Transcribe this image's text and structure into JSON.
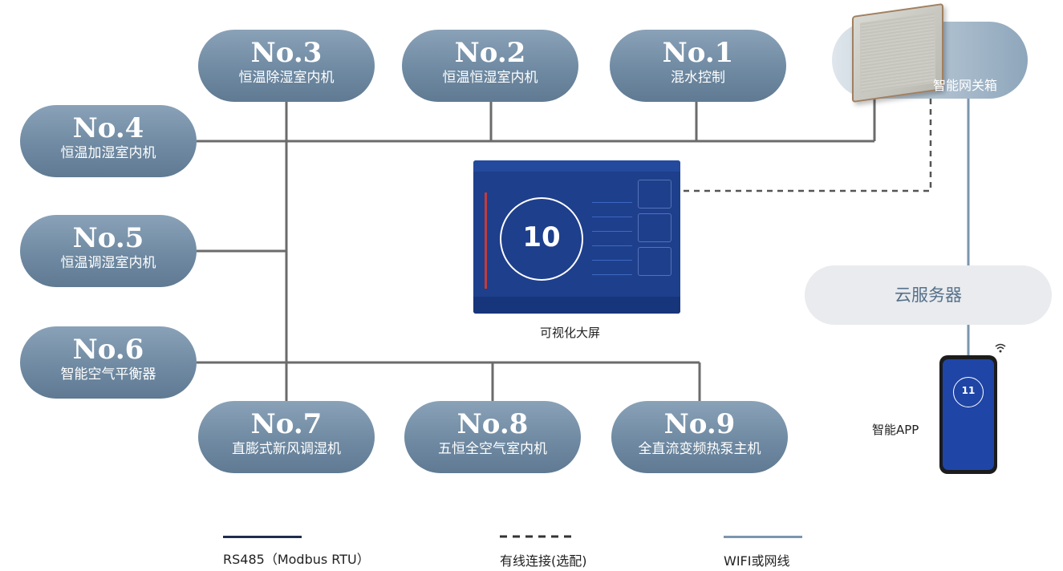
{
  "devices": [
    {
      "no": "No.3",
      "name": "恒温除湿室内机"
    },
    {
      "no": "No.2",
      "name": "恒温恒湿室内机"
    },
    {
      "no": "No.1",
      "name": "混水控制"
    },
    {
      "no": "No.4",
      "name": "恒温加湿室内机"
    },
    {
      "no": "No.5",
      "name": "恒温调湿室内机"
    },
    {
      "no": "No.6",
      "name": "智能空气平衡器"
    },
    {
      "no": "No.7",
      "name": "直膨式新风调湿机"
    },
    {
      "no": "No.8",
      "name": "五恒全空气室内机"
    },
    {
      "no": "No.9",
      "name": "全直流变频热泵主机"
    }
  ],
  "gateway": {
    "label": "智能网关箱"
  },
  "cloud": {
    "label": "云服务器"
  },
  "screen": {
    "caption": "可视化大屏",
    "value": "10"
  },
  "app": {
    "caption": "智能APP",
    "value": "11"
  },
  "legend": {
    "rs485": "RS485（Modbus RTU）",
    "wired": "有线连接(选配)",
    "wifi": "WIFI或网线"
  },
  "colors": {
    "rs485_line": "#1f2d4e",
    "bus_line": "#6b6b6b",
    "wifi_line": "#7b96ad",
    "pill": "#6f8aa2"
  },
  "icons": {
    "wifi": "wifi-icon"
  }
}
